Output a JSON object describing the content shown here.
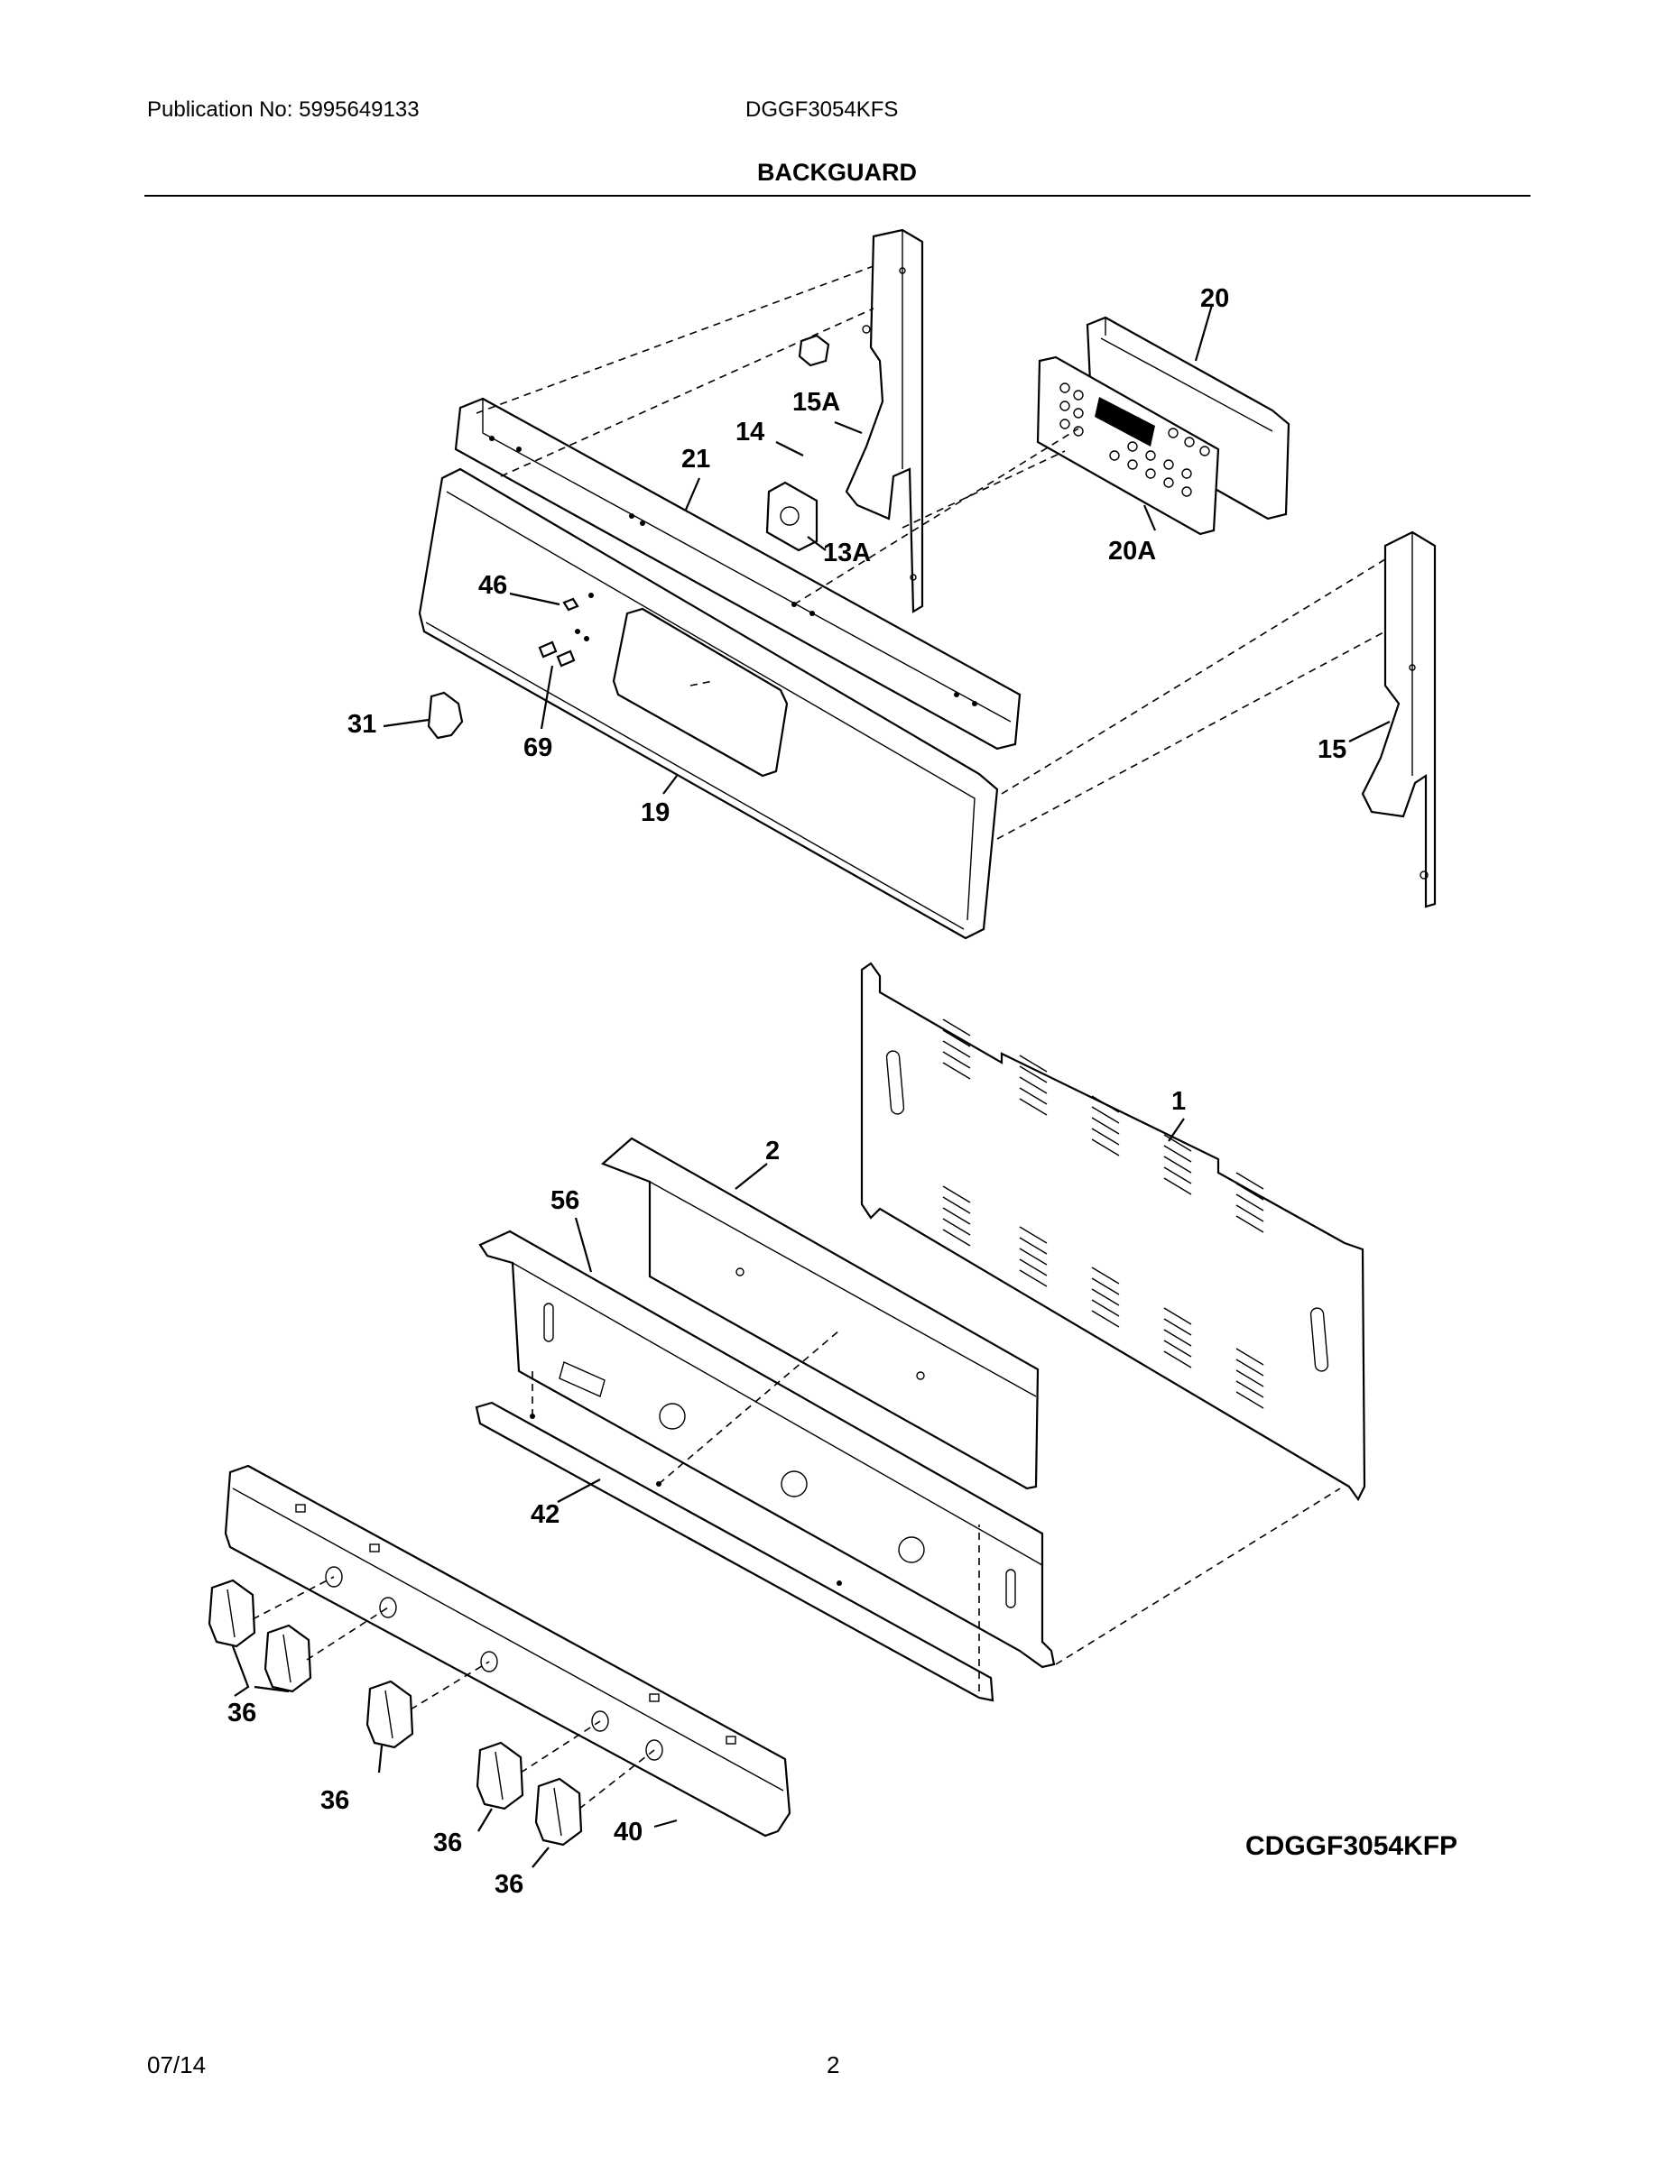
{
  "header": {
    "publication": "Publication No: 5995649133",
    "model": "DGGF3054KFS",
    "title": "BACKGUARD"
  },
  "callouts": [
    "20",
    "15A",
    "14",
    "21",
    "13A",
    "20A",
    "46",
    "31",
    "69",
    "19",
    "15",
    "1",
    "2",
    "56",
    "42",
    "36",
    "36",
    "36",
    "36",
    "40"
  ],
  "diagram_code": "CDGGF3054KFP",
  "footer": {
    "date": "07/14",
    "page": "2"
  }
}
